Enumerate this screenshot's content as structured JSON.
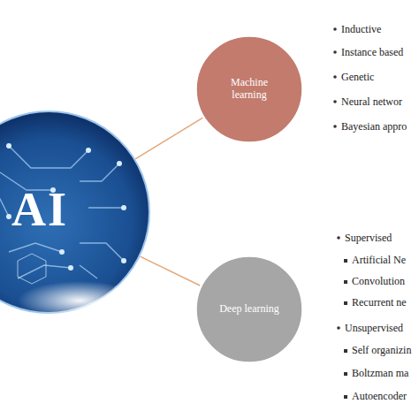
{
  "diagram": {
    "nodes": [
      {
        "text": [
          "AI"
        ]
      },
      {
        "text": [
          "Machine learning"
        ]
      },
      {
        "text": [
          "Deep learning"
        ]
      }
    ],
    "edges": [
      {
        "from": 0,
        "to": 1,
        "arrow": "none"
      },
      {
        "from": 0,
        "to": 2,
        "arrow": "none"
      }
    ],
    "labels": [
      "Inductive",
      "Instance based",
      "Genetic",
      "Neural networ",
      "Bayesian appro",
      "Supervised",
      "Artificial Ne",
      "Convolution",
      "Recurrent ne",
      "Unsupervised",
      "Self organizin",
      "Boltzman ma",
      "Autoencoder"
    ]
  }
}
